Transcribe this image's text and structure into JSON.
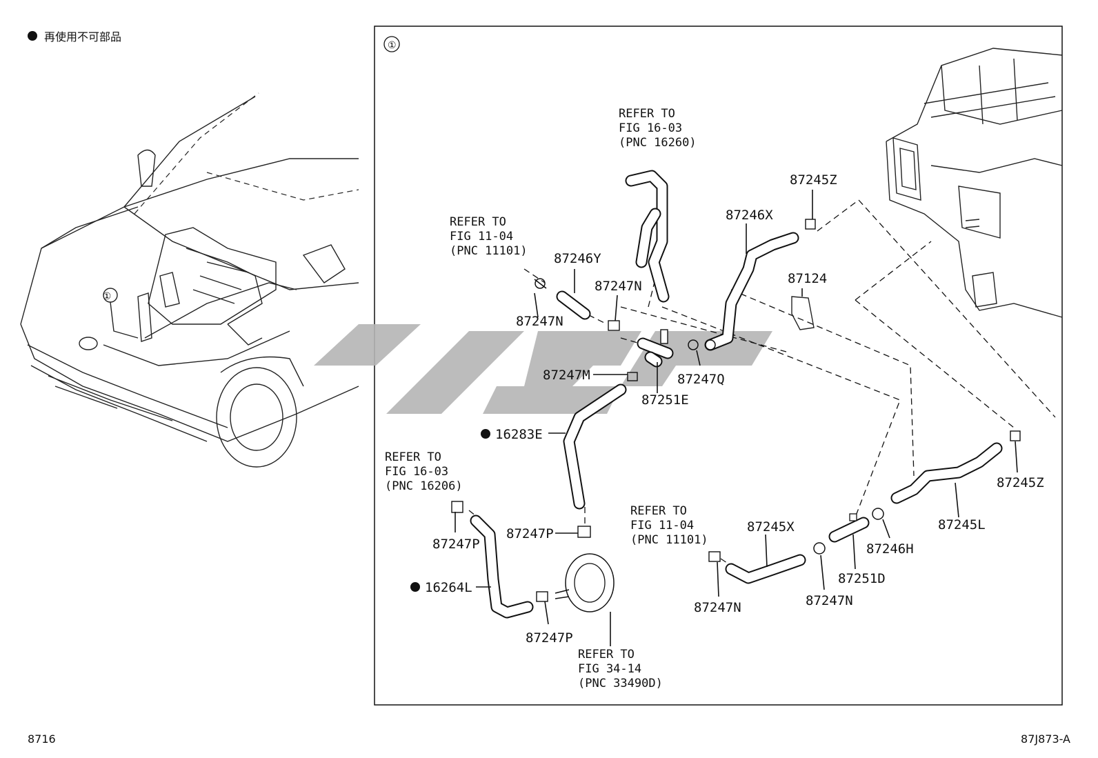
{
  "legend": {
    "symbol": "●",
    "text": "再使用不可部品"
  },
  "callout_number": "①",
  "footer": {
    "left": "8716",
    "right": "87J873-A"
  },
  "parts": [
    {
      "id": "87245Z_top",
      "label": "87245Z"
    },
    {
      "id": "87246X",
      "label": "87246X"
    },
    {
      "id": "87124",
      "label": "87124"
    },
    {
      "id": "87246Y",
      "label": "87246Y"
    },
    {
      "id": "87247N_a",
      "label": "87247N"
    },
    {
      "id": "87247N_b",
      "label": "87247N"
    },
    {
      "id": "87247M",
      "label": "87247M"
    },
    {
      "id": "87247Q",
      "label": "87247Q"
    },
    {
      "id": "87251E",
      "label": "87251E"
    },
    {
      "id": "16283E",
      "label": "16283E"
    },
    {
      "id": "87247P_a",
      "label": "87247P"
    },
    {
      "id": "87247P_b",
      "label": "87247P"
    },
    {
      "id": "16264L",
      "label": "16264L"
    },
    {
      "id": "87247P_c",
      "label": "87247P"
    },
    {
      "id": "87245X",
      "label": "87245X"
    },
    {
      "id": "87247N_c",
      "label": "87247N"
    },
    {
      "id": "87247N_d",
      "label": "87247N"
    },
    {
      "id": "87251D",
      "label": "87251D"
    },
    {
      "id": "87246H",
      "label": "87246H"
    },
    {
      "id": "87245L",
      "label": "87245L"
    },
    {
      "id": "87245Z_bot",
      "label": "87245Z"
    }
  ],
  "references": [
    {
      "id": "ref_16260",
      "lines": [
        "REFER TO",
        "FIG 16-03",
        "(PNC 16260)"
      ]
    },
    {
      "id": "ref_11101_a",
      "lines": [
        "REFER TO",
        "FIG 11-04",
        "(PNC 11101)"
      ]
    },
    {
      "id": "ref_16206",
      "lines": [
        "REFER TO",
        "FIG 16-03",
        "(PNC 16206)"
      ]
    },
    {
      "id": "ref_11101_b",
      "lines": [
        "REFER TO",
        "FIG 11-04",
        "(PNC 11101)"
      ]
    },
    {
      "id": "ref_33490D",
      "lines": [
        "REFER TO",
        "FIG 34-14",
        "(PNC 33490D)"
      ]
    }
  ],
  "colors": {
    "line": "#111111",
    "watermark": "#b5b5b5"
  }
}
